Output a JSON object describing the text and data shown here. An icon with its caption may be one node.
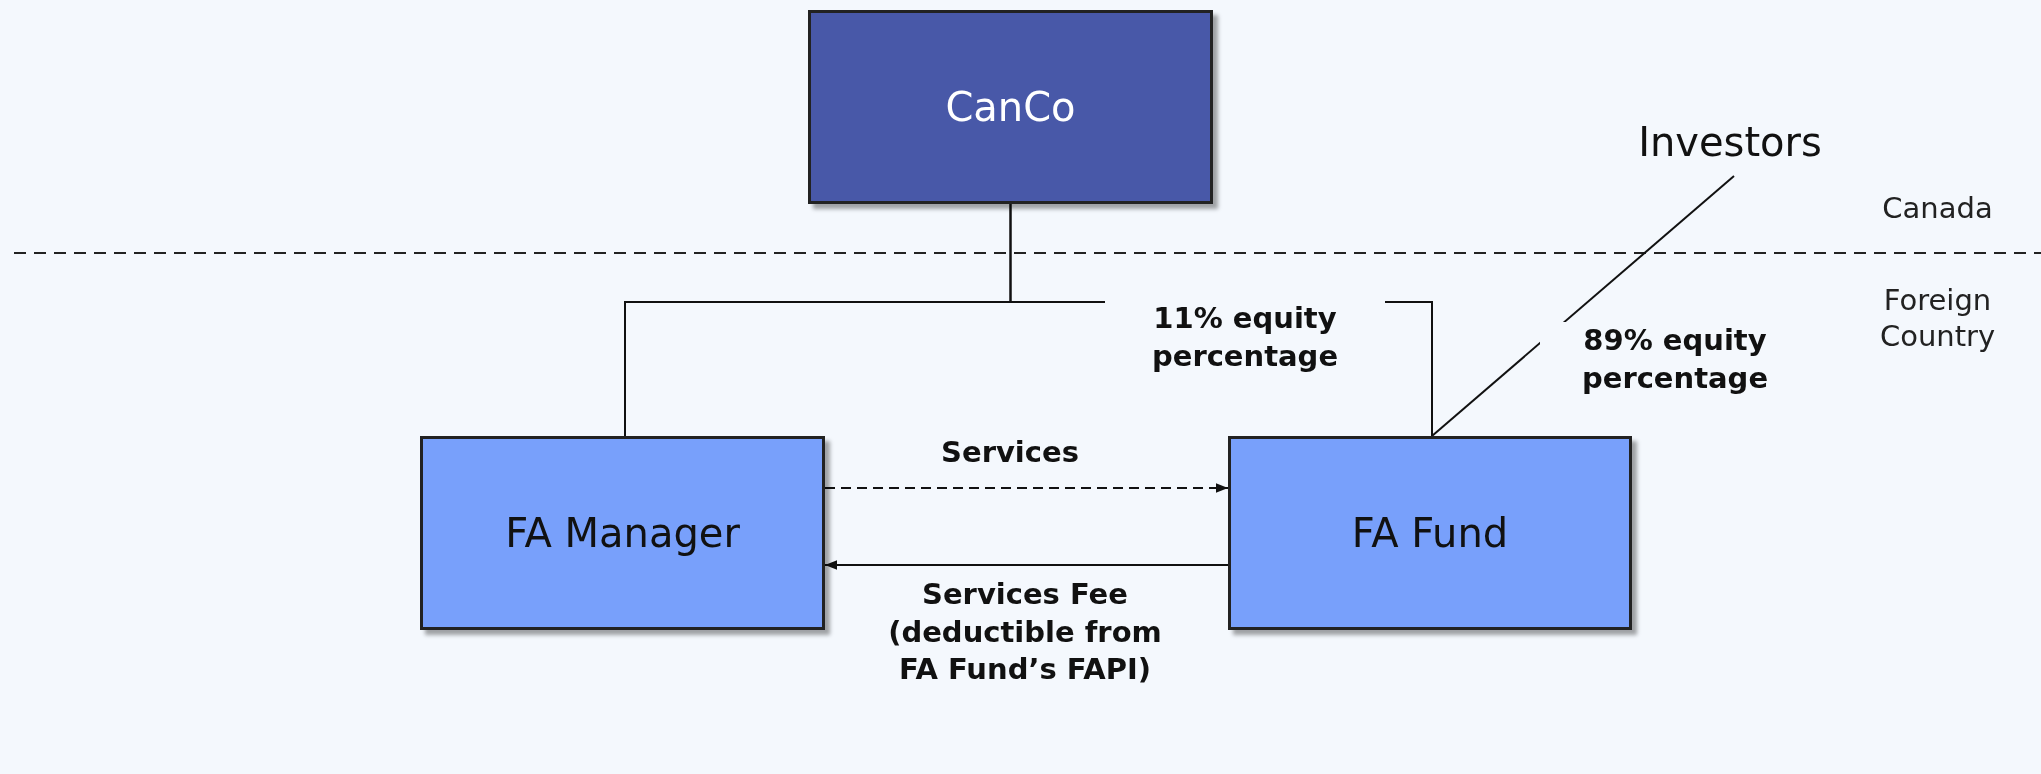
{
  "diagram": {
    "nodes": [
      {
        "text": [
          "CanCo"
        ]
      },
      {
        "text": [
          "FA Manager"
        ]
      },
      {
        "text": [
          "FA Fund"
        ]
      },
      {
        "text": [
          "Investors"
        ]
      }
    ],
    "edges": [
      {
        "from": 0,
        "to": 1,
        "arrow": "none"
      },
      {
        "from": 0,
        "to": 2,
        "arrow": "none",
        "label": "11% equity percentage"
      },
      {
        "from": 3,
        "to": 2,
        "arrow": "none",
        "label": "89% equity percentage"
      },
      {
        "from": 1,
        "to": 2,
        "arrow": "to",
        "style": "dashed",
        "label": "Services"
      },
      {
        "from": 2,
        "to": 1,
        "arrow": "to",
        "label": "Services Fee (deductible from FA Fund’s FAPI)"
      }
    ],
    "labels": [
      "Canada",
      "Foreign Country"
    ]
  }
}
